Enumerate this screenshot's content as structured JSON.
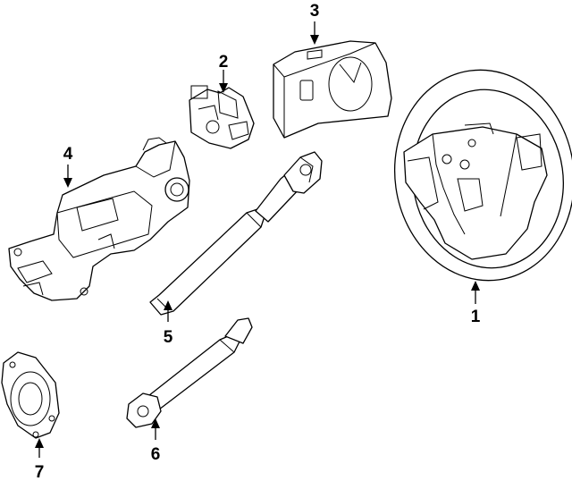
{
  "diagram": {
    "callouts": [
      {
        "id": "1",
        "label": "1",
        "part": "steering-wheel"
      },
      {
        "id": "2",
        "label": "2",
        "part": "ignition-lock-housing"
      },
      {
        "id": "3",
        "label": "3",
        "part": "column-shroud-cover"
      },
      {
        "id": "4",
        "label": "4",
        "part": "steering-column-assembly"
      },
      {
        "id": "5",
        "label": "5",
        "part": "upper-intermediate-shaft"
      },
      {
        "id": "6",
        "label": "6",
        "part": "lower-intermediate-shaft"
      },
      {
        "id": "7",
        "label": "7",
        "part": "column-seal-plate"
      }
    ]
  }
}
